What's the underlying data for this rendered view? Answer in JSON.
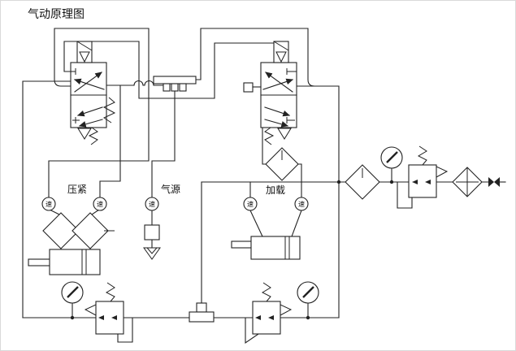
{
  "title": "气动原理图",
  "labels": {
    "clamp": "压紧",
    "air_source": "气源",
    "load": "加载",
    "quick_coupler": "速"
  },
  "colors": {
    "line": "#222222",
    "background": "#ffffff"
  },
  "components": [
    {
      "name": "clamp-directional-valve"
    },
    {
      "name": "load-directional-valve"
    },
    {
      "name": "air-manifold"
    },
    {
      "name": "clamp-cylinder"
    },
    {
      "name": "load-cylinder"
    },
    {
      "name": "quick-coupler",
      "count": 5
    },
    {
      "name": "one-way-flow-valve",
      "count": 2
    },
    {
      "name": "air-filter",
      "count": 3
    },
    {
      "name": "pressure-regulator",
      "count": 3
    },
    {
      "name": "pressure-gauge",
      "count": 3
    },
    {
      "name": "shutoff-valve",
      "count": 1
    },
    {
      "name": "air-source-outlet",
      "count": 1
    },
    {
      "name": "tee-block",
      "count": 1
    }
  ]
}
